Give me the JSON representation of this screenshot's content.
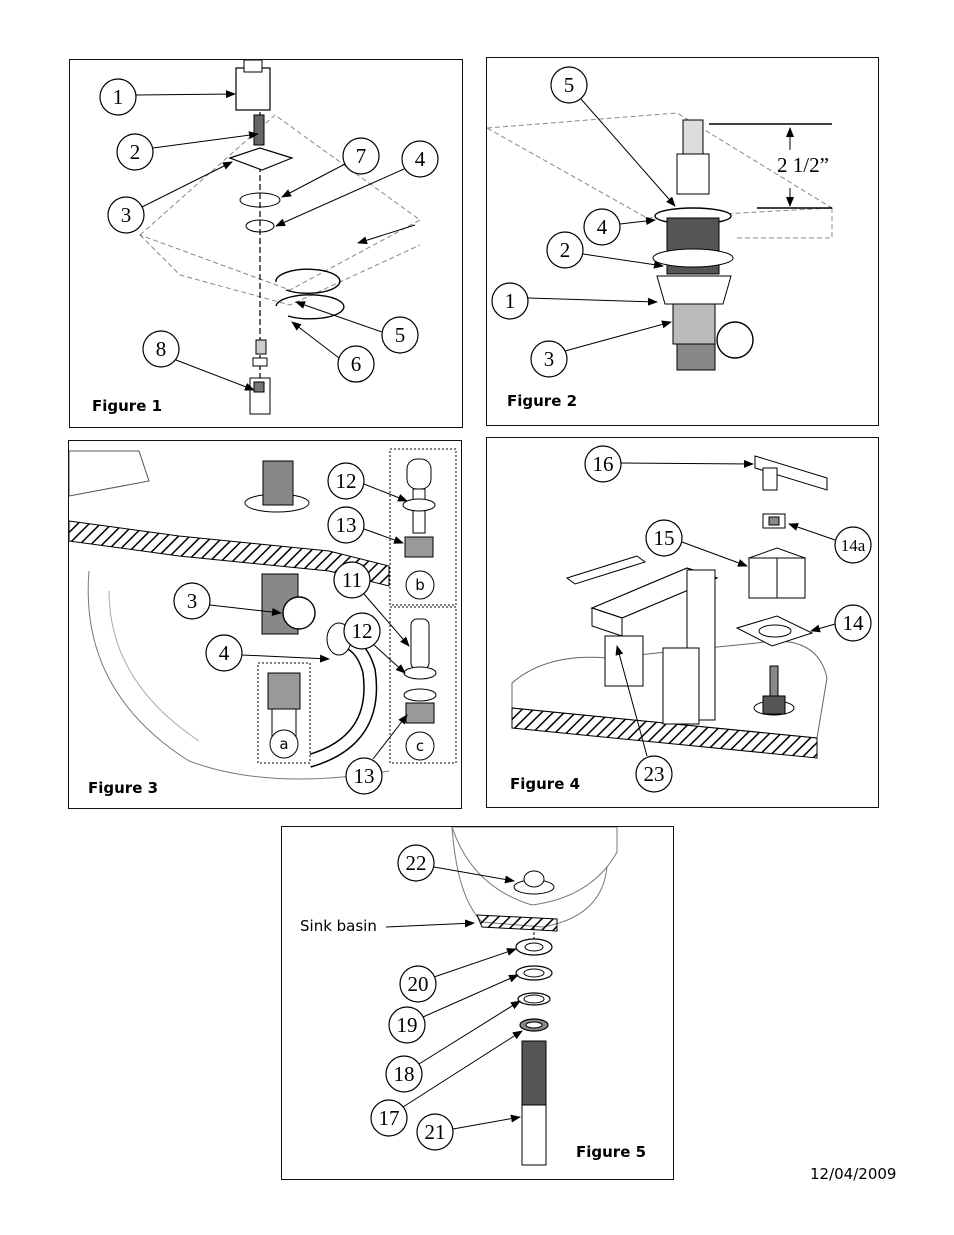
{
  "figures": {
    "f1": {
      "label": "Figure 1",
      "callouts": [
        "1",
        "2",
        "3",
        "7",
        "4",
        "5",
        "6",
        "8"
      ]
    },
    "f2": {
      "label": "Figure 2",
      "callouts": [
        "5",
        "4",
        "2",
        "1",
        "3"
      ],
      "dimension": "2 1/2”"
    },
    "f3": {
      "label": "Figure 3",
      "callouts": [
        "12",
        "13",
        "3",
        "11",
        "12",
        "4",
        "13"
      ],
      "insets": [
        "a",
        "b",
        "c"
      ]
    },
    "f4": {
      "label": "Figure 4",
      "callouts": [
        "16",
        "14a",
        "15",
        "14",
        "23"
      ]
    },
    "f5": {
      "label": "Figure 5",
      "callouts": [
        "22",
        "20",
        "19",
        "18",
        "17",
        "21"
      ],
      "sink_label": "Sink basin"
    }
  },
  "footer": {
    "date": "12/04/2009"
  }
}
